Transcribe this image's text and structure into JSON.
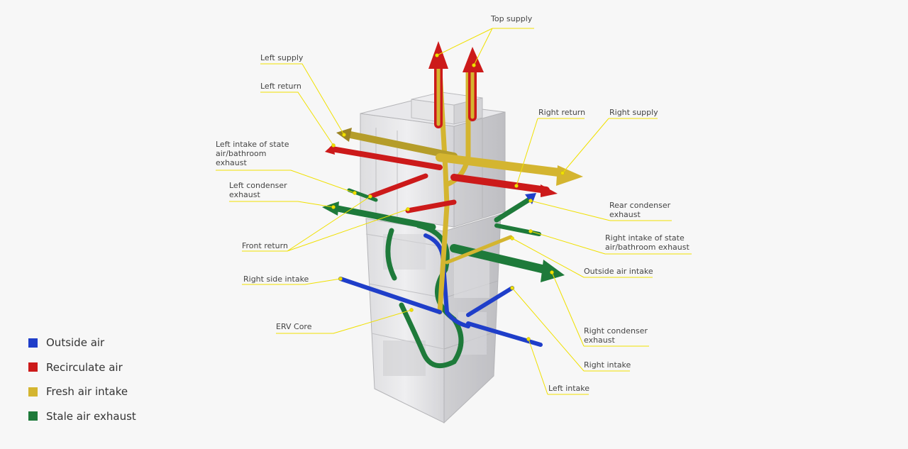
{
  "colors": {
    "outside_air": "#1f3ec9",
    "recirculate_air": "#cc1a1a",
    "fresh_air": "#d4b530",
    "stale_air": "#1e7a3a",
    "leader_line": "#f0e000"
  },
  "labels": {
    "top_supply": "Top supply",
    "left_supply": "Left supply",
    "left_return": "Left return",
    "left_intake_stale_l1": "Left intake of state",
    "left_intake_stale_l2": "air/bathroom",
    "left_intake_stale_l3": "exhaust",
    "left_condenser_l1": "Left condenser",
    "left_condenser_l2": "exhaust",
    "front_return": "Front return",
    "right_side_intake": "Right side intake",
    "erv_core": "ERV Core",
    "right_return": "Right return",
    "right_supply": "Right supply",
    "rear_condenser_l1": "Rear condenser",
    "rear_condenser_l2": "exhaust",
    "right_intake_stale_l1": "Right intake of state",
    "right_intake_stale_l2": "air/bathroom exhaust",
    "outside_air_intake": "Outside air intake",
    "right_condenser_l1": "Right condenser",
    "right_condenser_l2": "exhaust",
    "right_intake": "Right intake",
    "left_intake": "Left intake"
  },
  "legend": [
    {
      "label": "Outside air",
      "color": "#1f3ec9"
    },
    {
      "label": "Recirculate air",
      "color": "#cc1a1a"
    },
    {
      "label": "Fresh air intake",
      "color": "#d4b530"
    },
    {
      "label": "Stale air exhaust",
      "color": "#1e7a3a"
    }
  ]
}
